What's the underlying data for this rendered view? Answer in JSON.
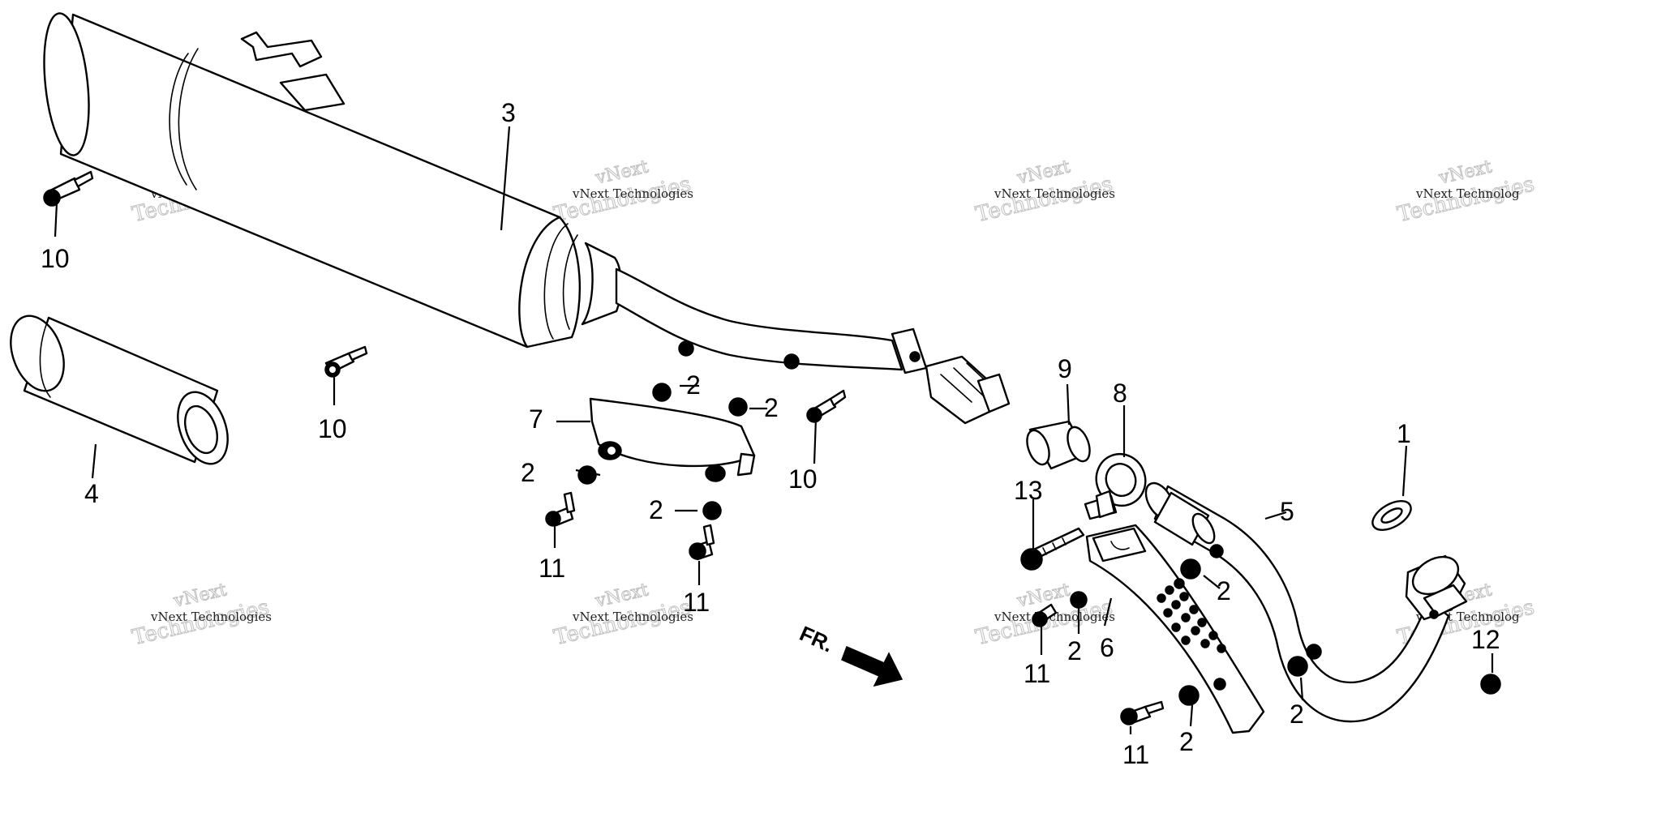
{
  "diagram": {
    "callouts": {
      "c1": "1",
      "c2": "2",
      "c3": "3",
      "c4": "4",
      "c5": "5",
      "c6": "6",
      "c7": "7",
      "c8": "8",
      "c9": "9",
      "c10": "10",
      "c11": "11",
      "c12": "12",
      "c13": "13"
    },
    "direction_label": "FR.",
    "watermark": {
      "line1": "vNext Technologies",
      "line2": "Technologies",
      "line3": "vNext",
      "cut_line1": "vNext Technolog"
    }
  }
}
